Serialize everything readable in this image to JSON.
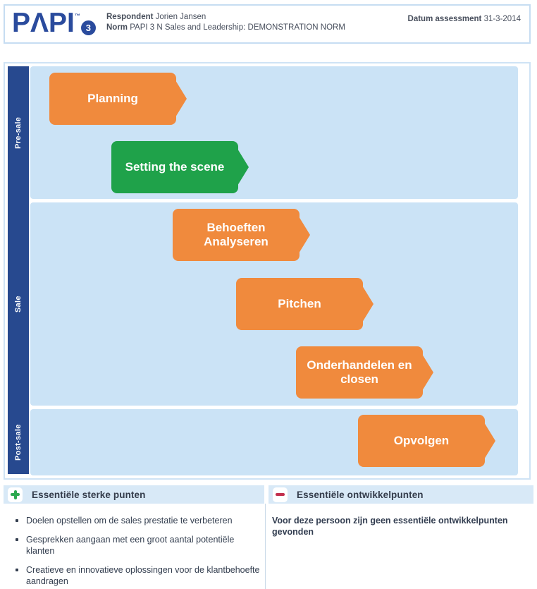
{
  "header": {
    "logo": {
      "text": "PΛPI",
      "trademark": "™",
      "badge": "3"
    },
    "respondent_label": "Respondent",
    "respondent_value": "Jorien Jansen",
    "norm_label": "Norm",
    "norm_value": "PAPI 3 N Sales and Leadership: DEMONSTRATION NORM",
    "date_label": "Datum assessment",
    "date_value": "31-3-2014"
  },
  "funnel": {
    "rows": [
      {
        "label": "Pre-sale"
      },
      {
        "label": "Sale"
      },
      {
        "label": "Post-sale"
      }
    ],
    "stages": [
      {
        "label": "Planning",
        "row": "Pre-sale",
        "color": "#f08a3d"
      },
      {
        "label": "Setting the scene",
        "row": "Pre-sale",
        "color": "#1fa24a"
      },
      {
        "label": "Behoeften Analyseren",
        "row": "Sale",
        "color": "#f08a3d"
      },
      {
        "label": "Pitchen",
        "row": "Sale",
        "color": "#f08a3d"
      },
      {
        "label": "Onderhandelen en closen",
        "row": "Sale",
        "color": "#f08a3d"
      },
      {
        "label": "Opvolgen",
        "row": "Post-sale",
        "color": "#f08a3d"
      }
    ]
  },
  "strengths": {
    "title": "Essentiële sterke punten",
    "icon": "plus-icon",
    "icon_color": "#2ca94f",
    "items": [
      "Doelen opstellen om de sales prestatie te verbeteren",
      "Gesprekken aangaan met een groot aantal potentiële klanten",
      "Creatieve en innovatieve oplossingen voor de klantbehoefte aandragen"
    ]
  },
  "development": {
    "title": "Essentiële ontwikkelpunten",
    "icon": "minus-icon",
    "icon_color": "#c22f4d",
    "text": "Voor deze persoon zijn geen essentiële ontwikkelpunten gevonden"
  },
  "colors": {
    "stage_orange": "#f08a3d",
    "stage_green": "#1fa24a",
    "band_blue": "#27498f",
    "row_light_blue": "#cbe3f6",
    "section_header_blue": "#d8e9f7",
    "logo_blue": "#2a4b9d",
    "header_border_blue": "#c6ddf2",
    "text_dark": "#333e4f"
  }
}
